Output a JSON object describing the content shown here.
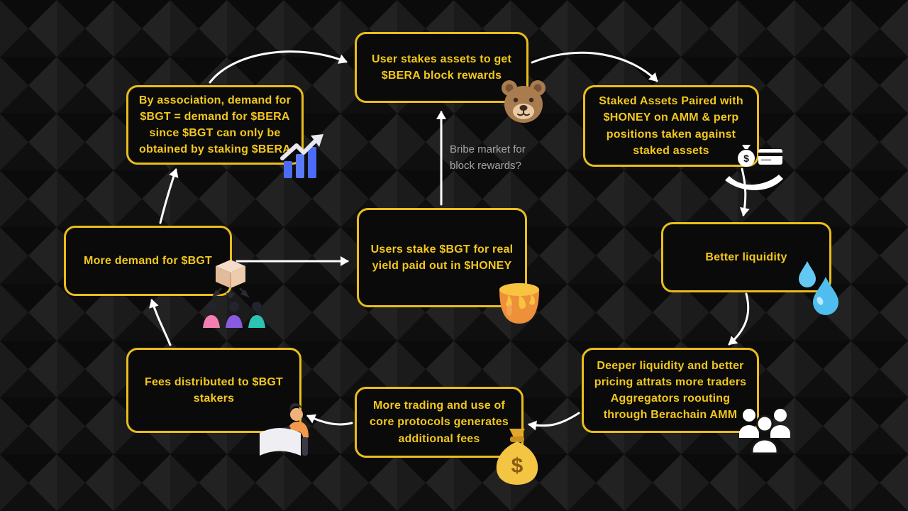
{
  "diagram": {
    "type": "flywheel",
    "nodes": {
      "stake_assets": {
        "label": "User stakes assets to get $BERA block rewards",
        "icon": "bear-icon"
      },
      "staked_paired": {
        "label": "Staked Assets Paired with $HONEY on AMM & perp positions taken against staked assets",
        "icon": "hand-money-icon"
      },
      "better_liquidity": {
        "label": "Better liquidity",
        "icon": "water-droplets-icon"
      },
      "deeper_liquidity": {
        "label": "Deeper liquidity and better pricing attrats more traders Aggregators roouting through Berachain AMM",
        "icon": "traders-group-icon"
      },
      "more_trading": {
        "label": "More trading and use of core protocols generates additional fees",
        "icon": "money-bag-icon"
      },
      "fees_distributed": {
        "label": "Fees distributed to $BGT stakers",
        "icon": "person-desk-icon"
      },
      "more_demand": {
        "label": "More demand for $BGT",
        "icon": "package-icon"
      },
      "association": {
        "label": "By association, demand for $BGT = demand for $BERA since $BGT can only be obtained by staking $BERA",
        "icon": "chart-increasing-icon"
      },
      "stake_bgt": {
        "label": "Users stake $BGT for real yield paid out in $HONEY",
        "icon": "honey-pot-icon"
      }
    },
    "annotation": {
      "label": "Bribe market for block rewards?"
    },
    "colors": {
      "background": "#141414",
      "node_fill": "#0A0A0A",
      "node_border": "#E9BE1C",
      "node_text": "#F2C71D",
      "arrow": "#FFFFFF",
      "annotation_text": "#A6A6A6"
    }
  }
}
